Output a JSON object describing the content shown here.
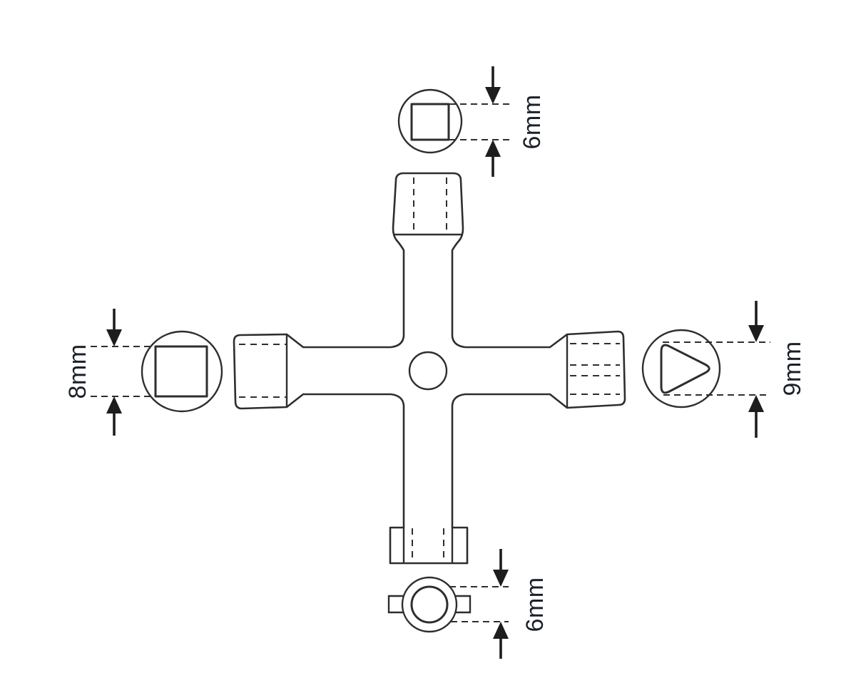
{
  "diagram": {
    "subject": "four-way cross utility key technical drawing",
    "background_color": "#ffffff",
    "line_color": "#2e2e2e",
    "label_color": "#1b202a",
    "sockets": {
      "top": {
        "shape": "square",
        "label": "6mm"
      },
      "left": {
        "shape": "square",
        "label": "8mm"
      },
      "right": {
        "shape": "triangle",
        "label": "9mm"
      },
      "bottom": {
        "shape": "round-with-side-lugs",
        "label": "6mm"
      }
    }
  }
}
